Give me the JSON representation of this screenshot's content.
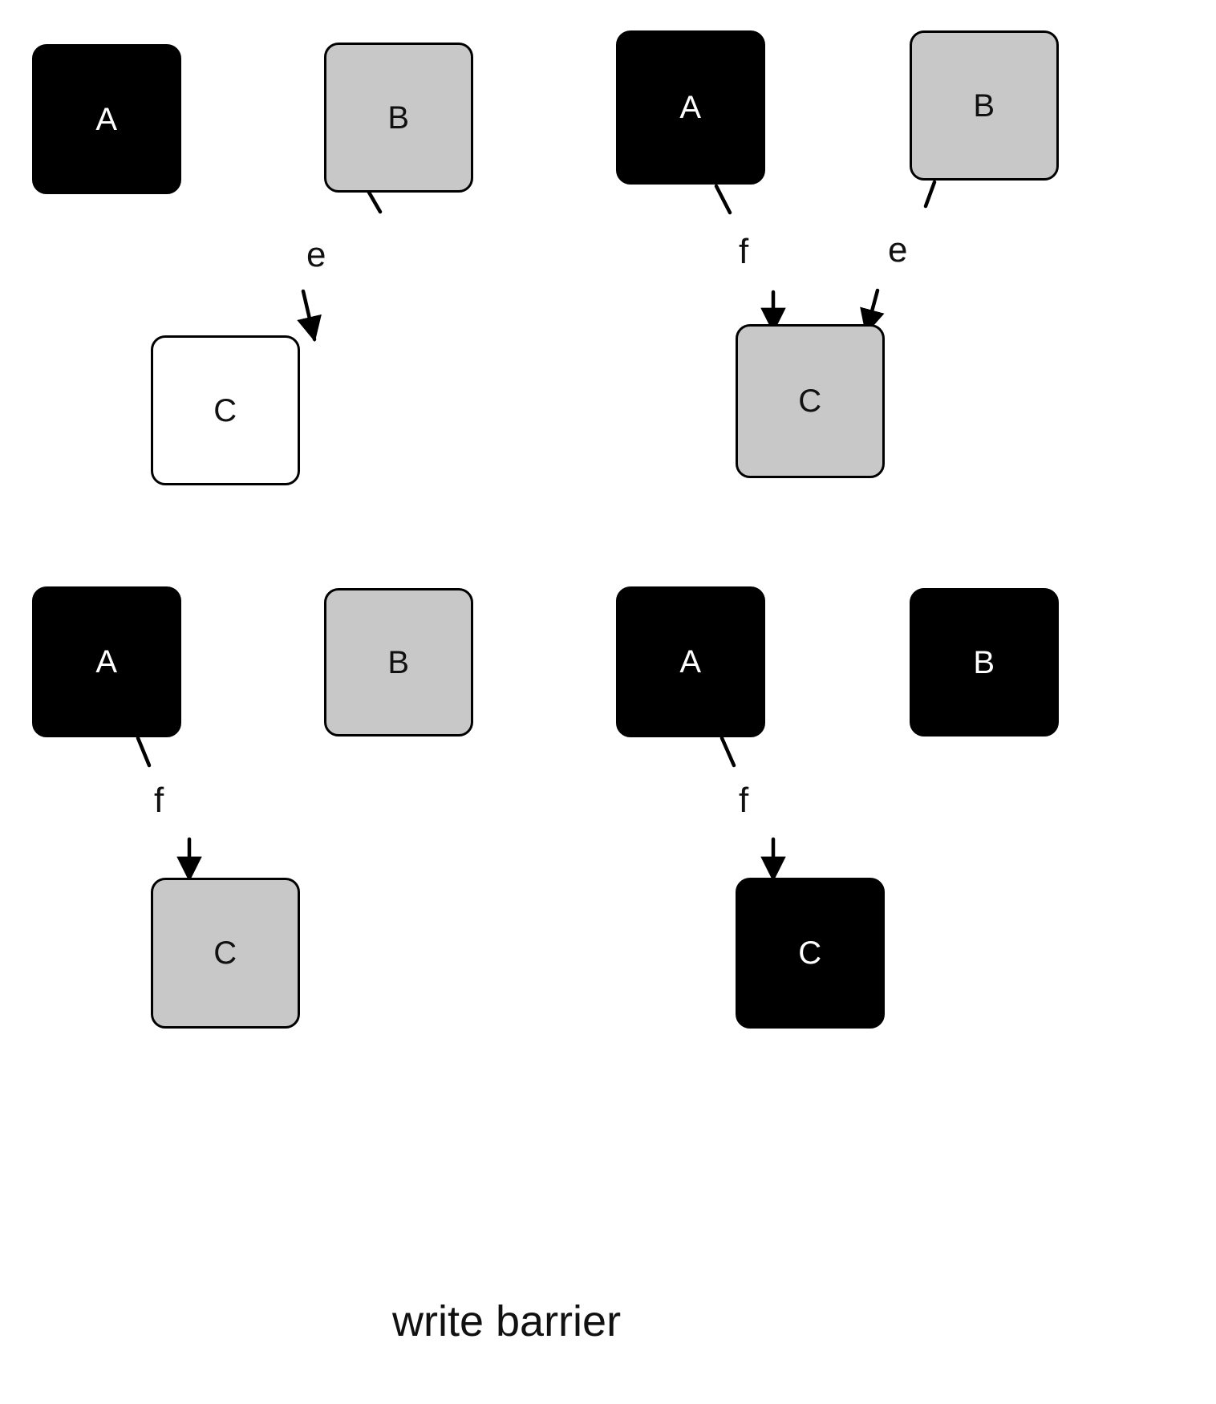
{
  "caption": "write barrier",
  "colors": {
    "black": "#000000",
    "gray": "#c8c8c8",
    "white": "#ffffff",
    "stroke": "#000000",
    "background": "#ffffff"
  },
  "panels": [
    {
      "id": "top-left",
      "nodes": [
        {
          "label": "A",
          "shade": "black"
        },
        {
          "label": "B",
          "shade": "gray"
        },
        {
          "label": "C",
          "shade": "white"
        }
      ],
      "edges": [
        {
          "label": "e",
          "from": "B",
          "to": "C"
        }
      ]
    },
    {
      "id": "top-right",
      "nodes": [
        {
          "label": "A",
          "shade": "black"
        },
        {
          "label": "B",
          "shade": "gray"
        },
        {
          "label": "C",
          "shade": "gray"
        }
      ],
      "edges": [
        {
          "label": "f",
          "from": "A",
          "to": "C"
        },
        {
          "label": "e",
          "from": "B",
          "to": "C"
        }
      ]
    },
    {
      "id": "bottom-left",
      "nodes": [
        {
          "label": "A",
          "shade": "black"
        },
        {
          "label": "B",
          "shade": "gray"
        },
        {
          "label": "C",
          "shade": "gray"
        }
      ],
      "edges": [
        {
          "label": "f",
          "from": "A",
          "to": "C"
        }
      ]
    },
    {
      "id": "bottom-right",
      "nodes": [
        {
          "label": "A",
          "shade": "black"
        },
        {
          "label": "B",
          "shade": "black"
        },
        {
          "label": "C",
          "shade": "black"
        }
      ],
      "edges": [
        {
          "label": "f",
          "from": "A",
          "to": "C"
        }
      ]
    }
  ]
}
